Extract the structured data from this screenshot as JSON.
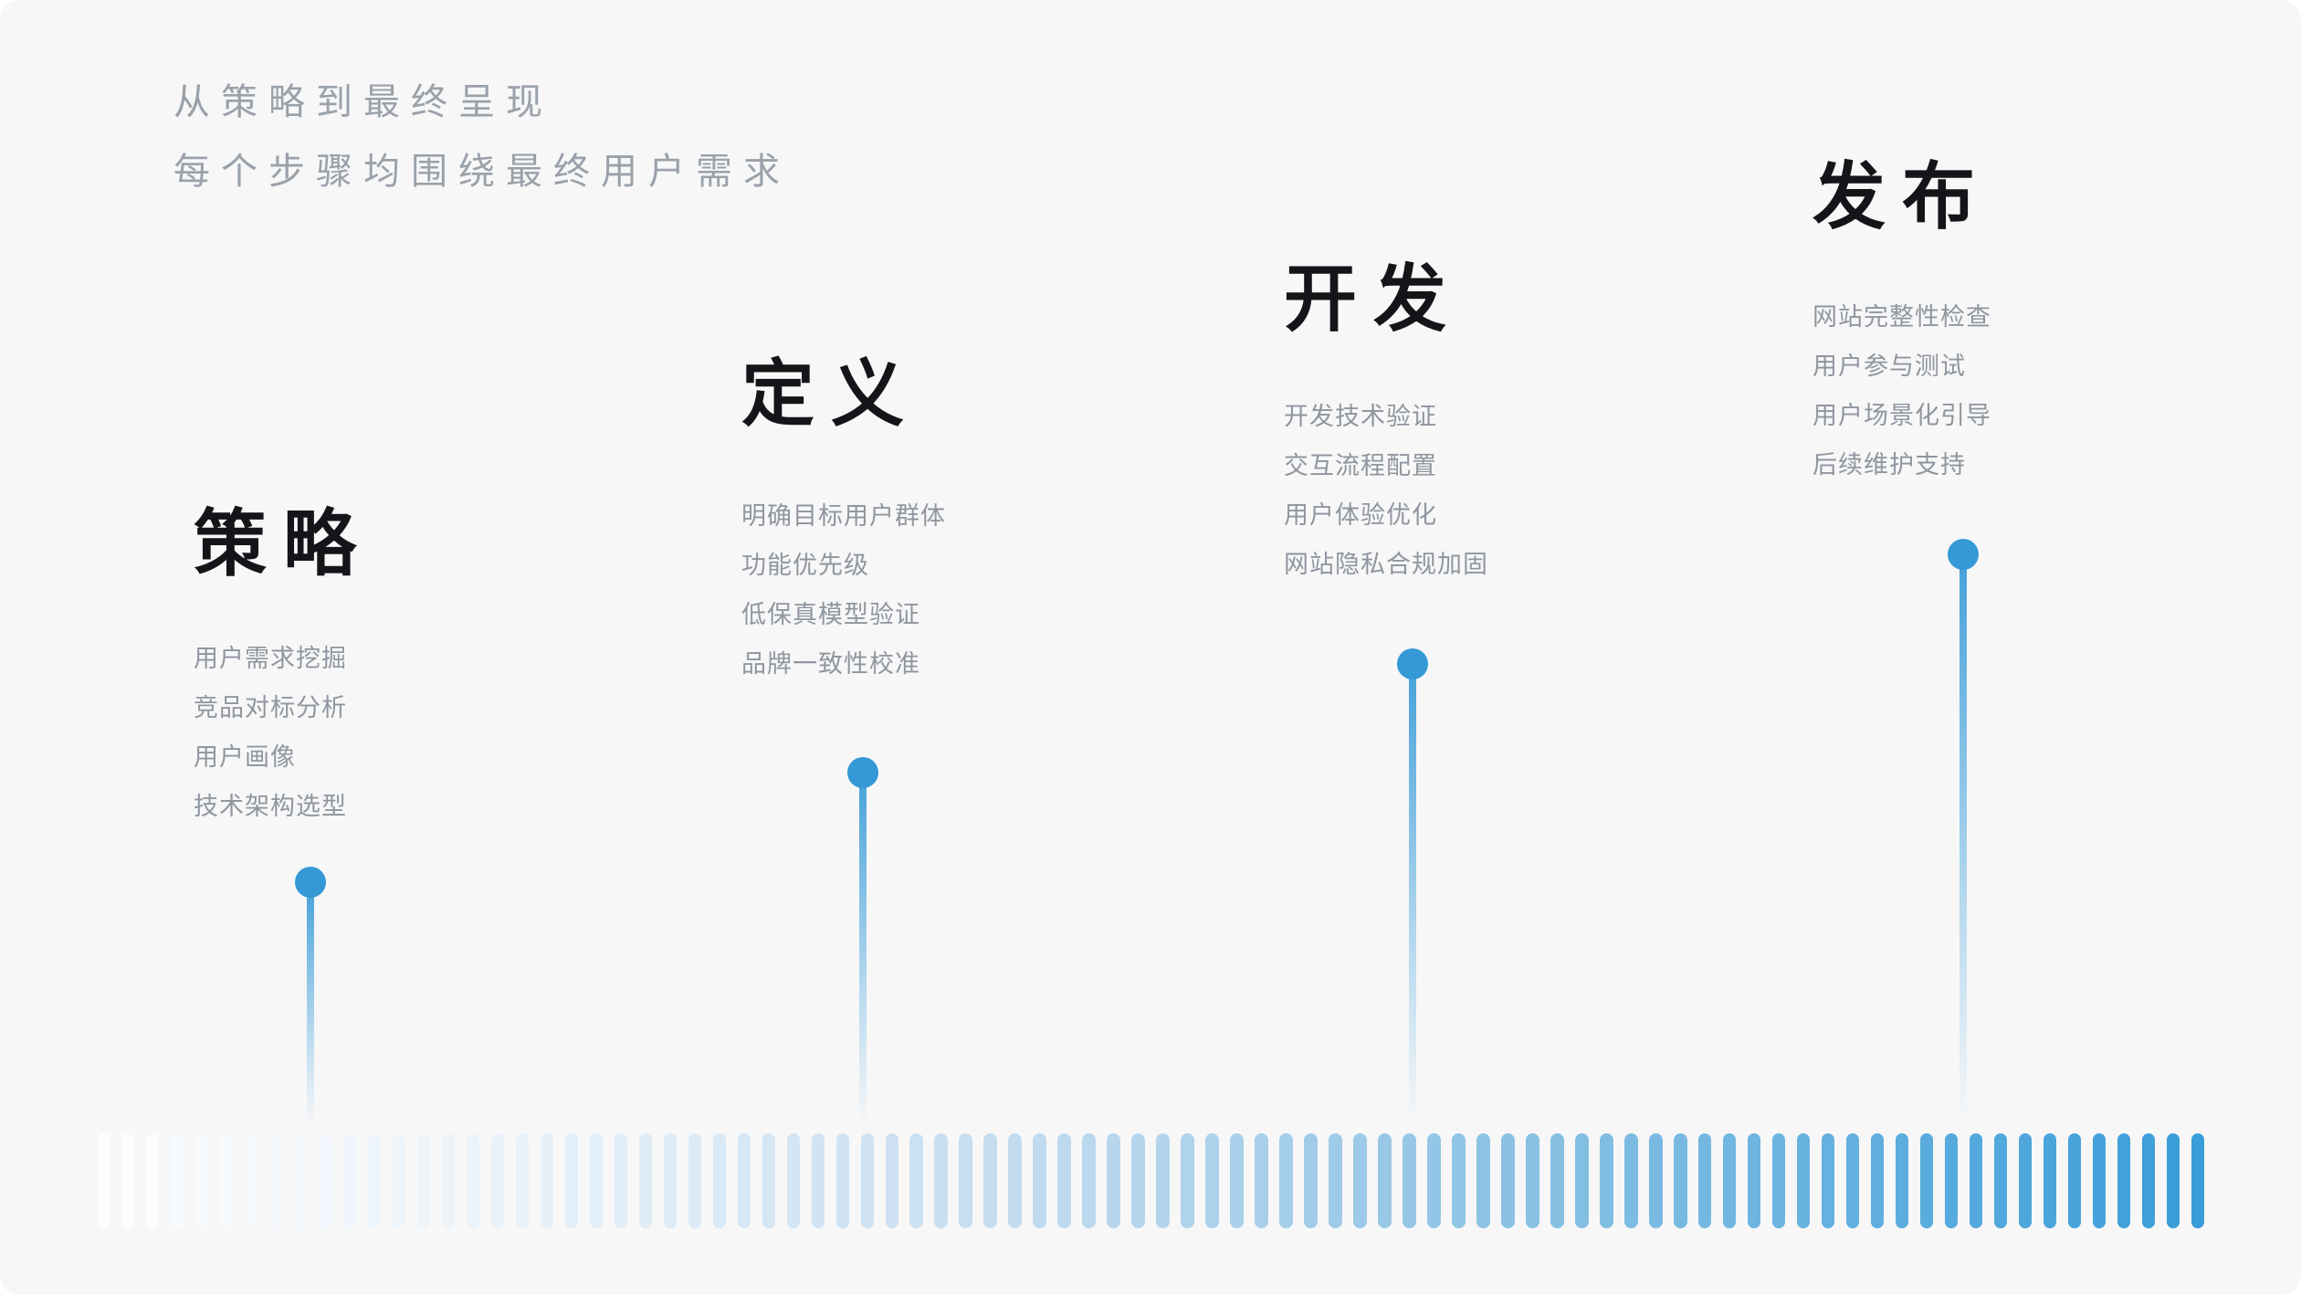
{
  "header": {
    "line1": "从策略到最终呈现",
    "line2": "每个步骤均围绕最终用户需求"
  },
  "stages": [
    {
      "title": "策略",
      "items": [
        "用户需求挖掘",
        "竞品对标分析",
        "用户画像",
        "技术架构选型"
      ]
    },
    {
      "title": "定义",
      "items": [
        "明确目标用户群体",
        "功能优先级",
        "低保真模型验证",
        "品牌一致性校准"
      ]
    },
    {
      "title": "开发",
      "items": [
        "开发技术验证",
        "交互流程配置",
        "用户体验优化",
        "网站隐私合规加固"
      ]
    },
    {
      "title": "发布",
      "items": [
        "网站完整性检查",
        "用户参与测试",
        "用户场景化引导",
        "后续维护支持"
      ]
    }
  ],
  "colors": {
    "card_background": "#f7f7f8",
    "page_background": "#ffffff",
    "title_text": "#131518",
    "muted_text": "#8f969e",
    "intro_text": "#9aa1a9",
    "accent_dot": "#3599d6",
    "bar_gradient_stops": [
      {
        "t": 0.0,
        "color": "#fcfdfe"
      },
      {
        "t": 0.18,
        "color": "#eaf3fa"
      },
      {
        "t": 0.42,
        "color": "#c6ddf0"
      },
      {
        "t": 0.7,
        "color": "#84bfe3"
      },
      {
        "t": 1.0,
        "color": "#399dd9"
      }
    ]
  },
  "bottom_bar": {
    "bar_count": 86
  }
}
